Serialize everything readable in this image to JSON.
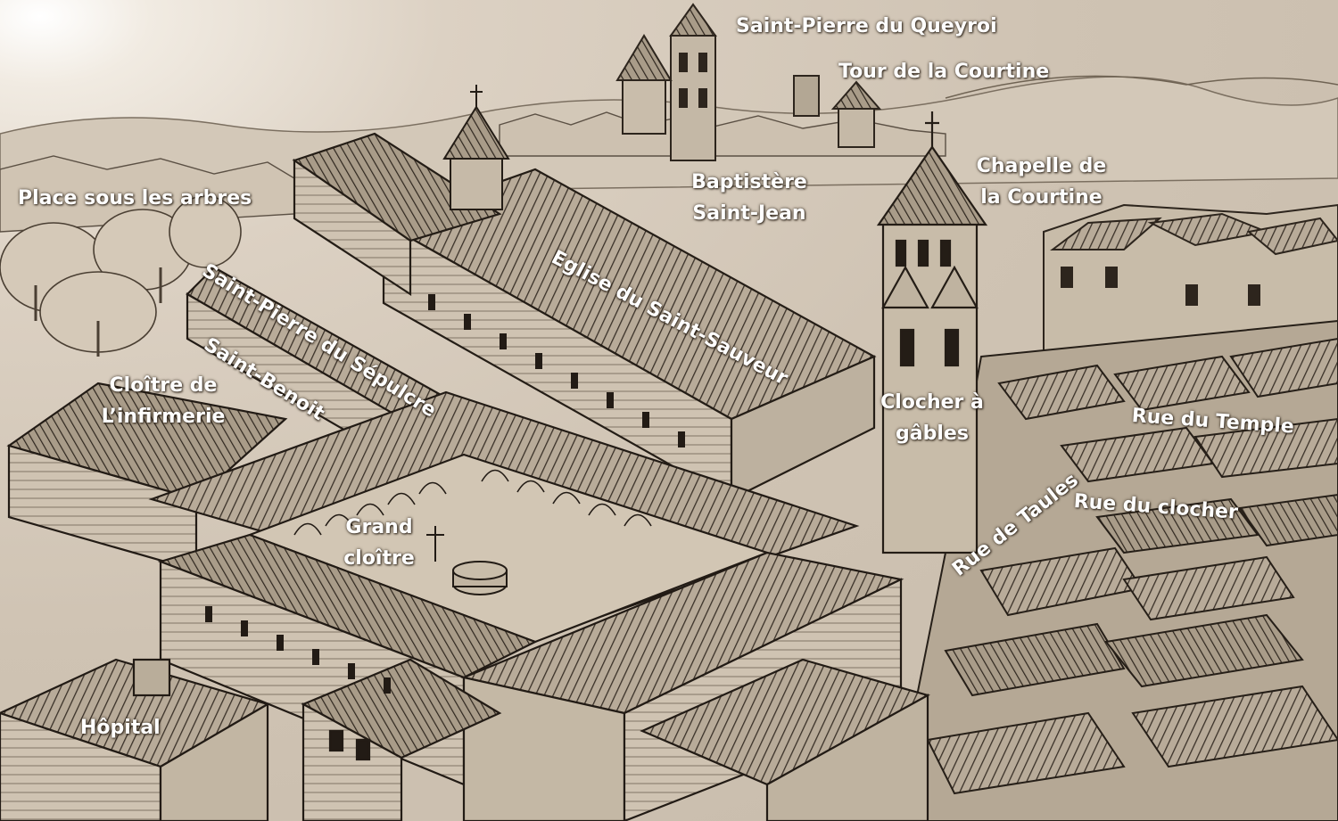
{
  "labels": {
    "saint_pierre_queyroi": "Saint-Pierre du Queyroi",
    "tour_courtine": "Tour de la Courtine",
    "chapelle_courtine_1": "Chapelle de",
    "chapelle_courtine_2": "la Courtine",
    "baptistere_1": "Baptistère",
    "baptistere_2": "Saint-Jean",
    "place_arbres": "Place sous les arbres",
    "eglise_saint_sauveur": "Eglise du Saint-Sauveur",
    "saint_pierre_sepulcre": "Saint-Pierre du Sépulcre",
    "saint_benoit": "Saint-Benoit",
    "cloitre_infirmerie_1": "Cloître de",
    "cloitre_infirmerie_2": "L’infirmerie",
    "clocher_gables_1": "Clocher à",
    "clocher_gables_2": "gâbles",
    "rue_temple": "Rue  du Temple",
    "rue_taules": "Rue de Taules",
    "rue_clocher": "Rue  du clocher",
    "grand_cloitre_1": "Grand",
    "grand_cloitre_2": "cloître",
    "hopital": "Hôpital"
  }
}
